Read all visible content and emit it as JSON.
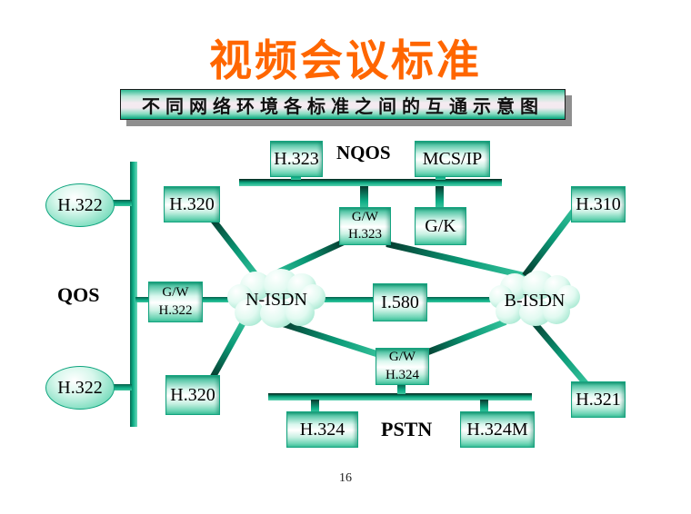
{
  "slide": {
    "title": "视频会议标准",
    "subtitle": "不同网络环境各标准之间的互通示意图",
    "page_number": "16"
  },
  "colors": {
    "title_orange": "#FF6600",
    "teal": "#0AA77F",
    "dark_edge": "#02221B",
    "shadow_gray": "#8F8F8F"
  },
  "diagram": {
    "network_labels": {
      "nqos": "NQOS",
      "qos": "QOS",
      "pstn": "PSTN"
    },
    "boxes": {
      "h323": "H.323",
      "mcsip": "MCS/IP",
      "gw_h323_l1": "G/W",
      "gw_h323_l2": "H.323",
      "gk": "G/K",
      "h320_top": "H.320",
      "h310": "H.310",
      "gw_h322_l1": "G/W",
      "gw_h322_l2": "H.322",
      "i580": "I.580",
      "gw_h324_l1": "G/W",
      "gw_h324_l2": "H.324",
      "h320_bottom": "H.320",
      "h321": "H.321",
      "h324": "H.324",
      "h324m": "H.324M"
    },
    "ellipses": {
      "h322_top": "H.322",
      "h322_bottom": "H.322"
    },
    "clouds": {
      "n_isdn": "N-ISDN",
      "b_isdn": "B-ISDN"
    }
  }
}
